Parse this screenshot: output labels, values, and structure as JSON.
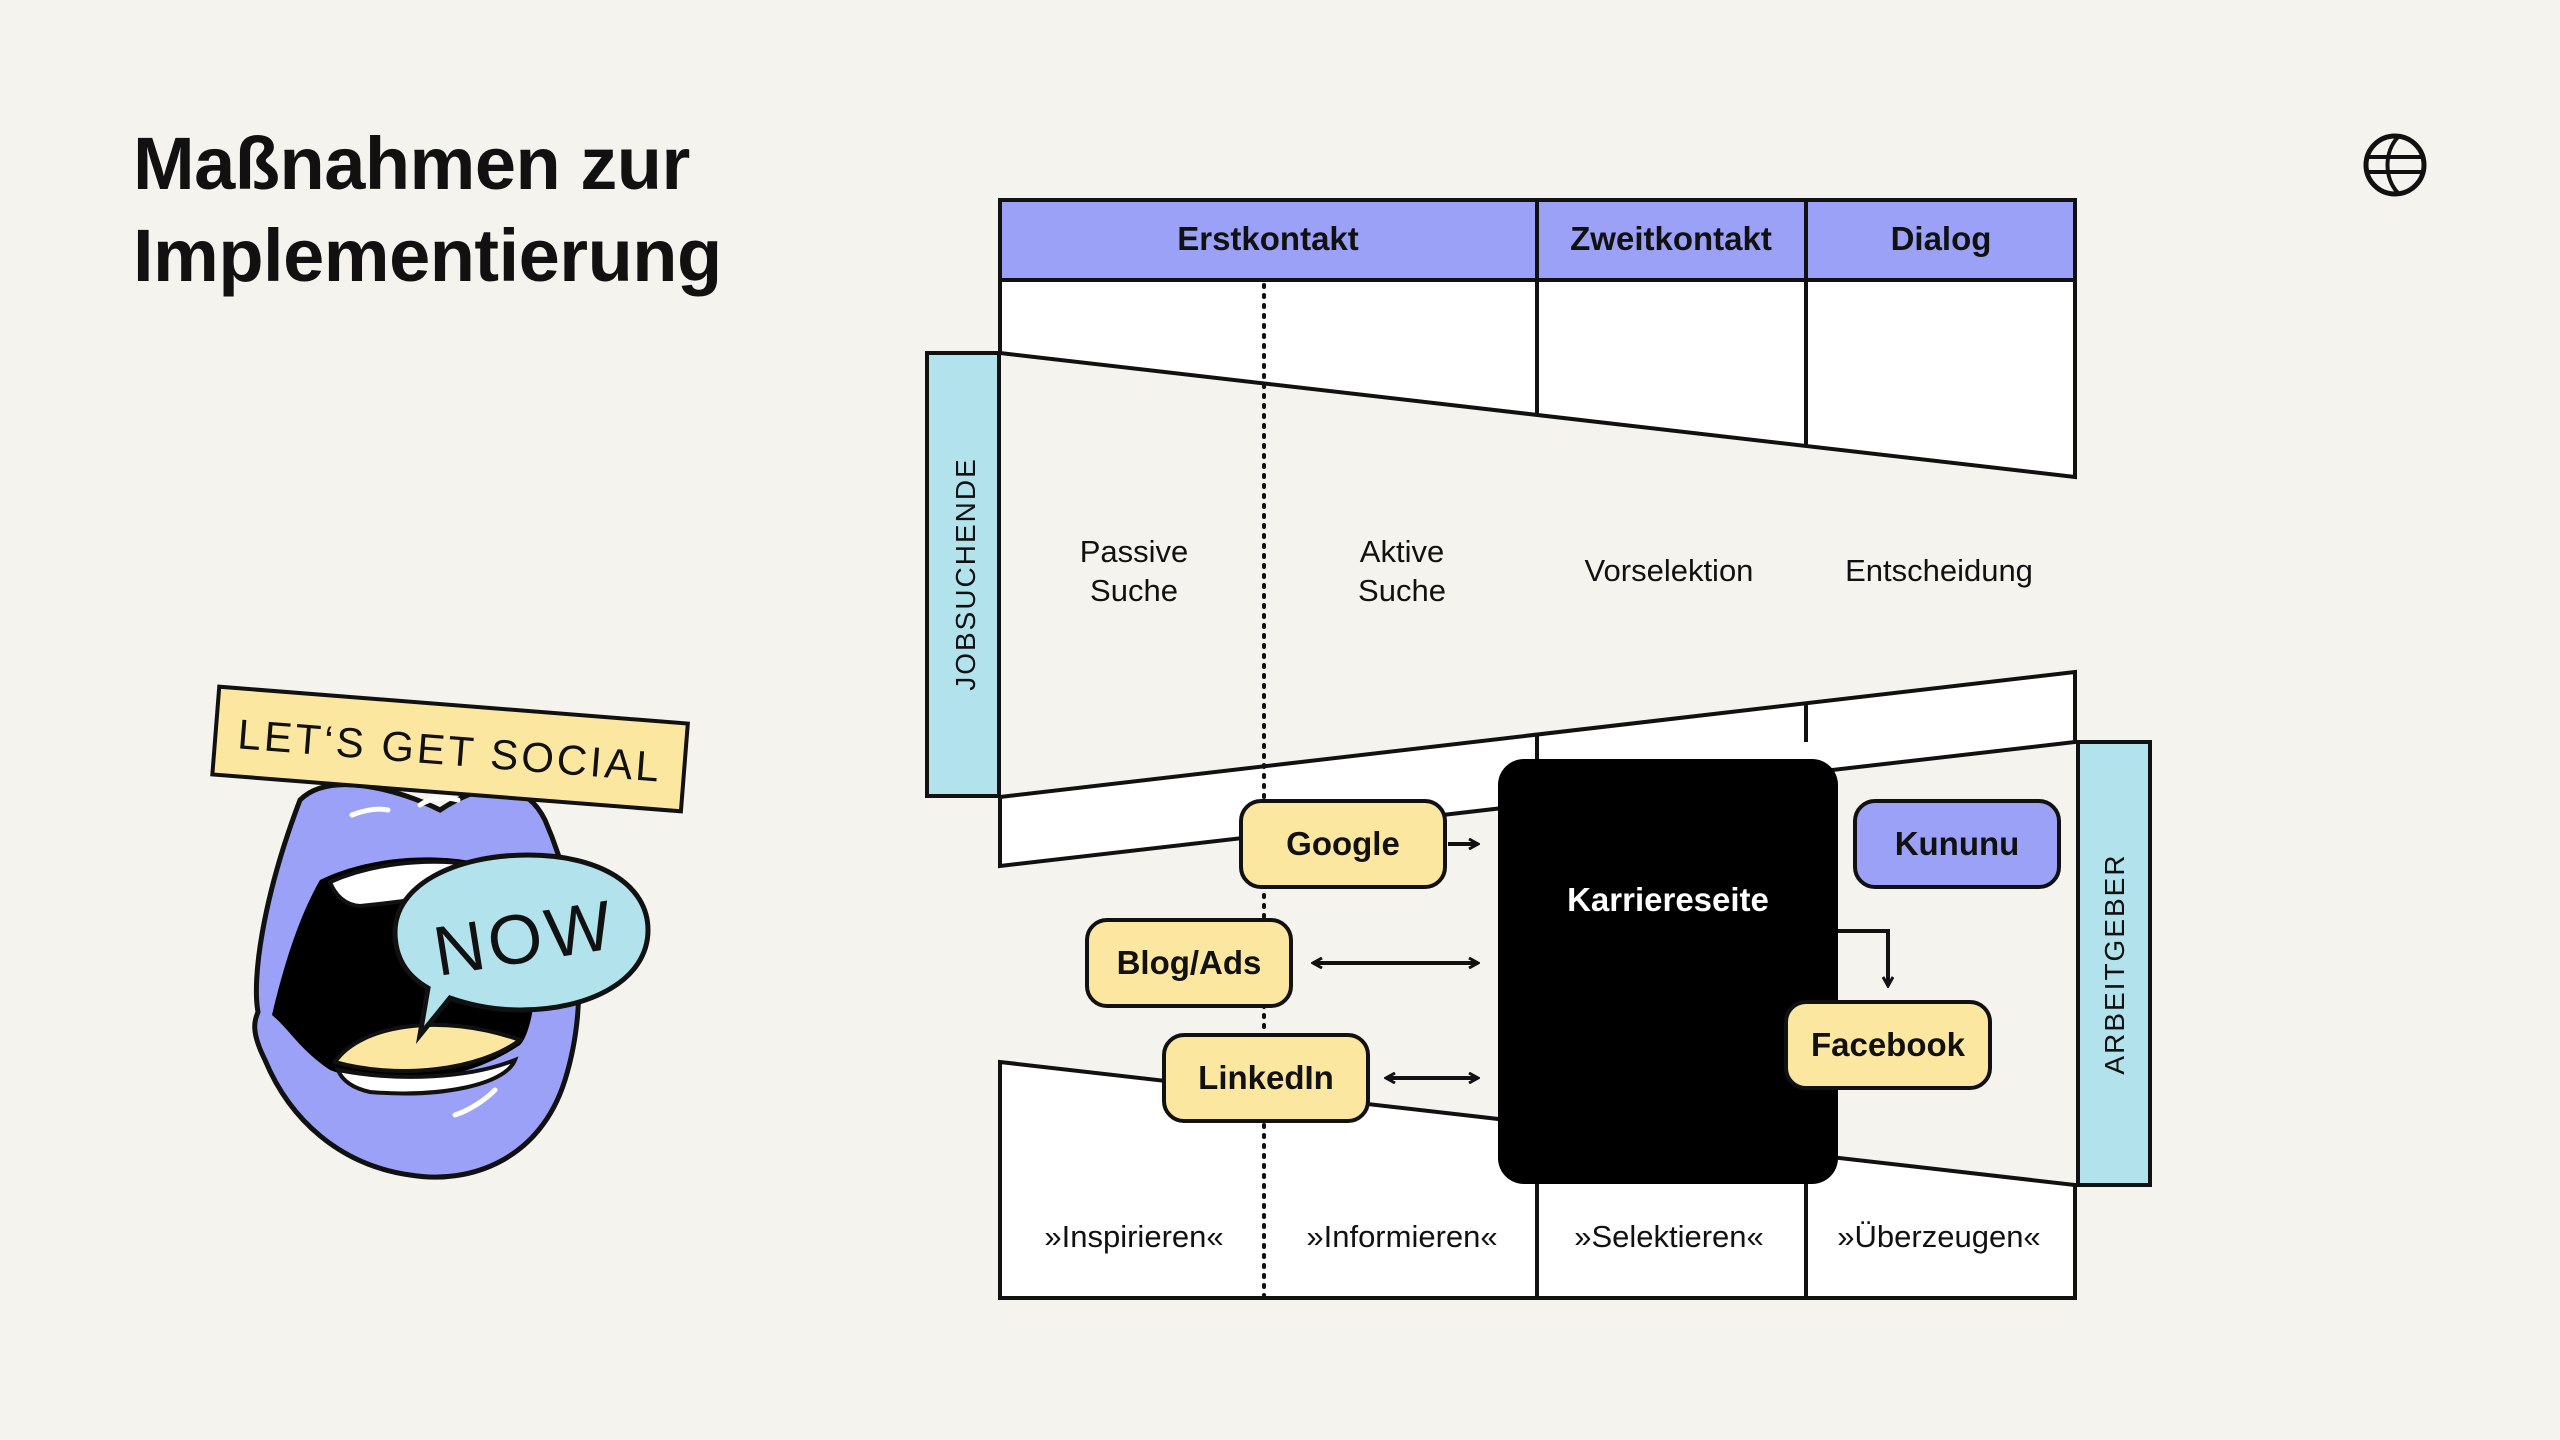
{
  "title": {
    "line1": "Maßnahmen zur",
    "line2": "Implementierung"
  },
  "logo": {
    "icon": "globe-icon"
  },
  "colors": {
    "background": "#F5F3EE",
    "header_purple": "#9AA1F6",
    "side_cyan": "#B2E2EC",
    "channel_yellow": "#FCE7A1",
    "kununu_purple": "#9AA1F6",
    "career_black": "#000000"
  },
  "header": {
    "col1": "Erstkontakt",
    "col2": "Zweitkontakt",
    "col3": "Dialog"
  },
  "phases": {
    "p1_line1": "Passive",
    "p1_line2": "Suche",
    "p2_line1": "Aktive",
    "p2_line2": "Suche",
    "p3": "Vorselektion",
    "p4": "Entscheidung"
  },
  "side_labels": {
    "left": "JOBSUCHENDE",
    "right": "ARBEITGEBER"
  },
  "channels": {
    "google": "Google",
    "blog": "Blog/Ads",
    "linkedin": "LinkedIn",
    "career": "Karriereseite",
    "kununu": "Kununu",
    "facebook": "Facebook"
  },
  "bottom": {
    "b1": "»Inspirieren«",
    "b2": "»Informieren«",
    "b3": "»Selektieren«",
    "b4": "»Überzeugen«"
  },
  "sticker": {
    "banner": "LET‘S GET SOCIAL",
    "bubble": "NOW"
  }
}
